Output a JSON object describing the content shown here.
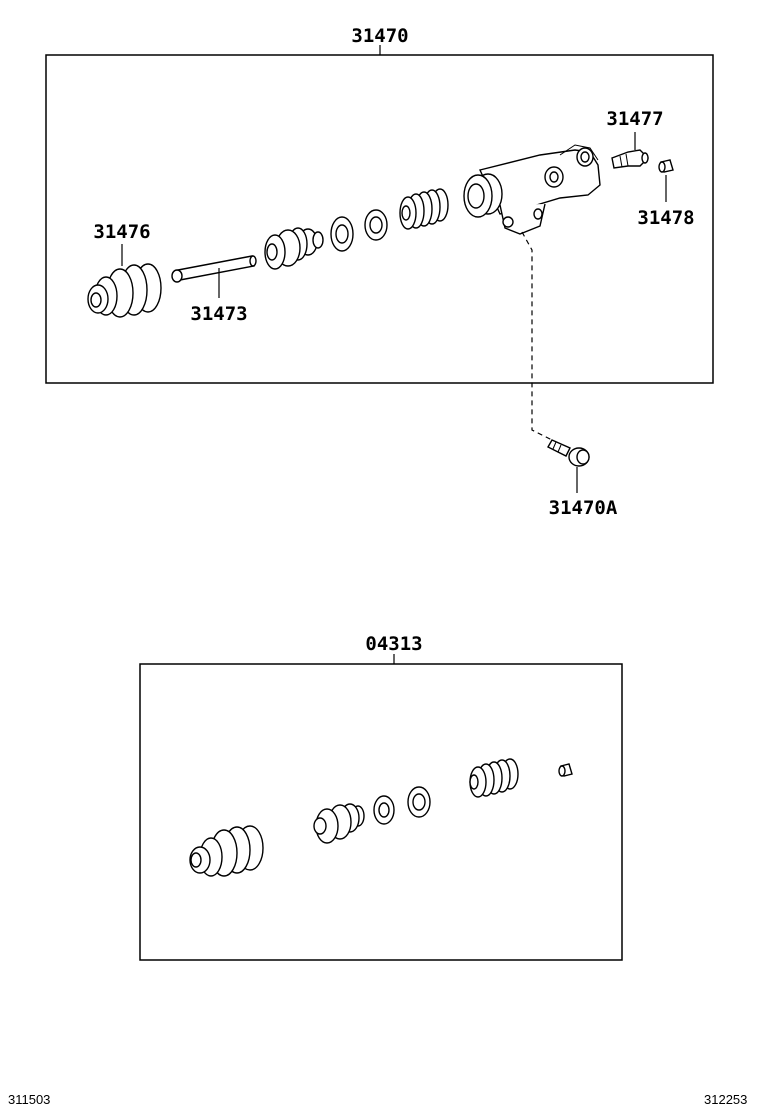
{
  "diagram": {
    "assembly_label": "31470",
    "kit_label": "04313",
    "parts": {
      "boot": "31476",
      "push_rod": "31473",
      "bleeder_plug": "31477",
      "bleeder_cap": "31478",
      "bolt": "31470A"
    },
    "footer": {
      "left_code": "311503",
      "right_code": "312253"
    }
  }
}
